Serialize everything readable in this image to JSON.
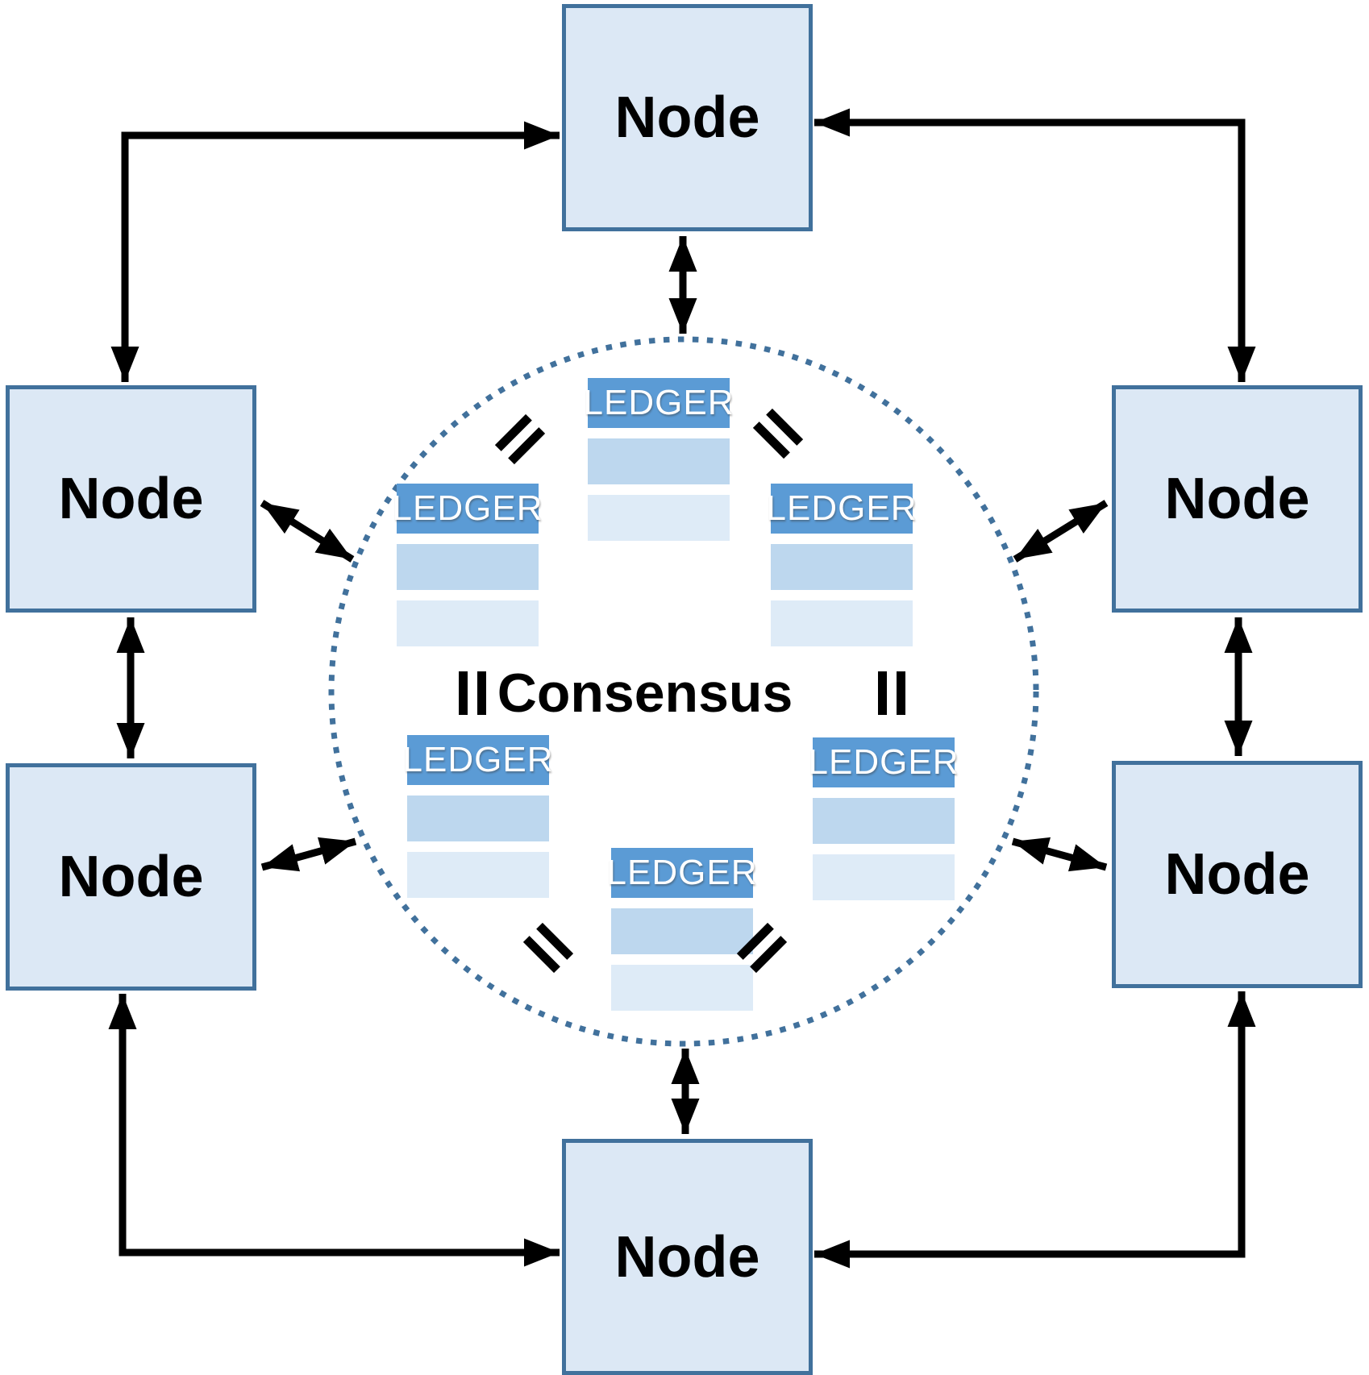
{
  "diagram": {
    "kind": "distributed-ledger-consensus-network",
    "node_boxes": [
      {
        "id": "top",
        "label": "Node"
      },
      {
        "id": "left-upper",
        "label": "Node"
      },
      {
        "id": "left-lower",
        "label": "Node"
      },
      {
        "id": "right-upper",
        "label": "Node"
      },
      {
        "id": "right-lower",
        "label": "Node"
      },
      {
        "id": "bottom",
        "label": "Node"
      }
    ],
    "consensus": {
      "label": "Consensus"
    },
    "ledgers": [
      {
        "id": "top",
        "label": "LEDGER",
        "rows": 2
      },
      {
        "id": "upper-left",
        "label": "LEDGER",
        "rows": 2
      },
      {
        "id": "upper-right",
        "label": "LEDGER",
        "rows": 2
      },
      {
        "id": "lower-left",
        "label": "LEDGER",
        "rows": 2
      },
      {
        "id": "lower-right",
        "label": "LEDGER",
        "rows": 2
      },
      {
        "id": "bottom",
        "label": "LEDGER",
        "rows": 2
      }
    ],
    "equals_signs": 6,
    "bidirectional_arrows": 12,
    "colors": {
      "node_fill": "#dce8f5",
      "node_border": "#41719c",
      "ledger_header": "#5b9bd5",
      "ledger_row_dark": "#bdd7ee",
      "ledger_row_light": "#deebf7",
      "circle_dots": "#41719c",
      "arrow": "#000000",
      "node_text": "#000000",
      "ledger_text": "#ffffff"
    }
  }
}
